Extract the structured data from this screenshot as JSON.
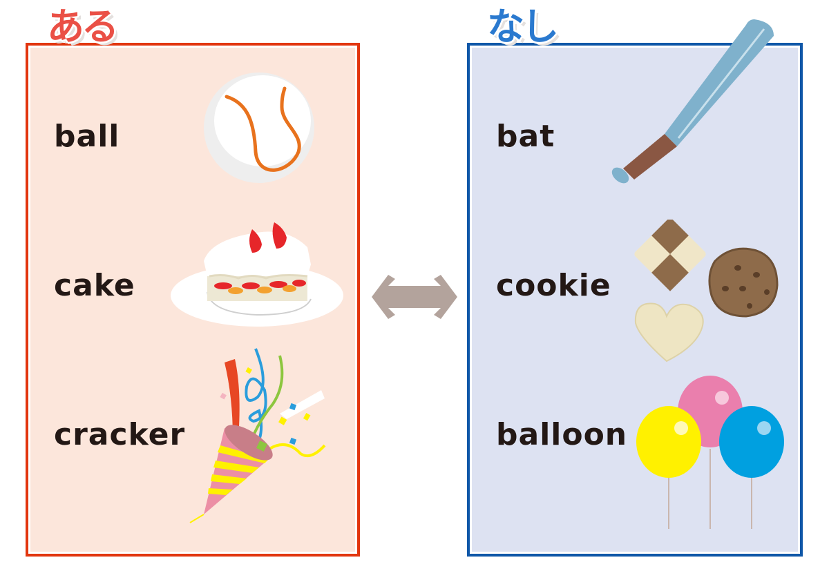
{
  "headers": {
    "left": "ある",
    "right": "なし"
  },
  "colors": {
    "left_border": "#e2360f",
    "left_fill": "#fce6db",
    "left_header": "#ea5046",
    "right_border": "#0f57a8",
    "right_fill": "#dde2f2",
    "right_header": "#2a79cf",
    "arrow": "#b3a39c",
    "text": "#231815"
  },
  "left_panel": {
    "items": [
      {
        "word": "ball",
        "icon": "baseball-icon"
      },
      {
        "word": "cake",
        "icon": "strawberry-shortcake-icon"
      },
      {
        "word": "cracker",
        "icon": "party-popper-icon"
      }
    ]
  },
  "right_panel": {
    "items": [
      {
        "word": "bat",
        "icon": "baseball-bat-icon"
      },
      {
        "word": "cookie",
        "icon": "cookies-icon"
      },
      {
        "word": "balloon",
        "icon": "balloons-icon"
      }
    ]
  },
  "connector": {
    "icon": "double-arrow-icon"
  }
}
